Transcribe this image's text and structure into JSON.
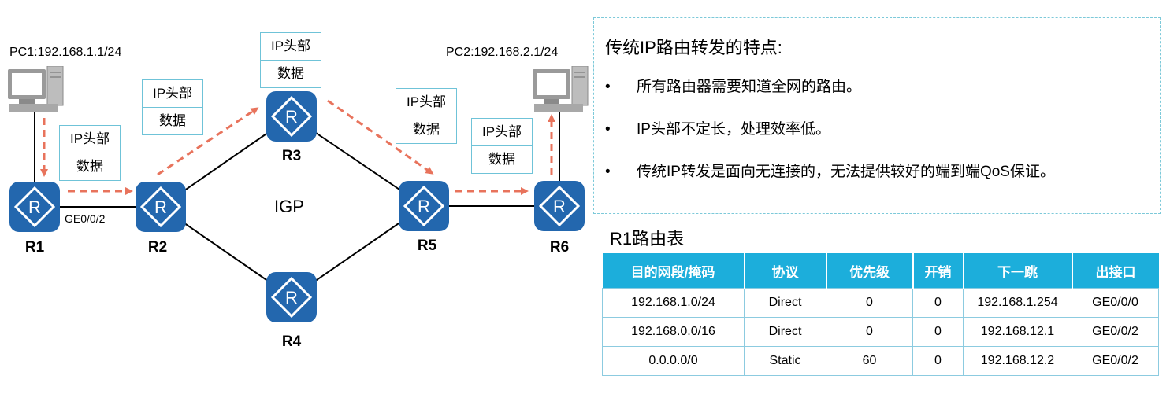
{
  "diagram": {
    "pc1_label": "PC1:192.168.1.1/24",
    "pc2_label": "PC2:192.168.2.1/24",
    "routers": [
      {
        "id": "R1",
        "name": "R1"
      },
      {
        "id": "R2",
        "name": "R2"
      },
      {
        "id": "R3",
        "name": "R3"
      },
      {
        "id": "R4",
        "name": "R4"
      },
      {
        "id": "R5",
        "name": "R5"
      },
      {
        "id": "R6",
        "name": "R6"
      }
    ],
    "router_glyph": "R",
    "port_label": "GE0/0/2",
    "igp_label": "IGP",
    "packet": {
      "header": "IP头部",
      "payload": "数据"
    },
    "colors": {
      "router": "#2367ae",
      "link": "#000000",
      "flow_arrow": "#e8735c",
      "packet_border": "#6fc3d8",
      "info_border": "#7cc9d9",
      "table_header": "#1caedb"
    }
  },
  "info": {
    "title": "传统IP路由转发的特点:",
    "bullet": "•",
    "points": [
      "所有路由器需要知道全网的路由。",
      "IP头部不定长，处理效率低。",
      "传统IP转发是面向无连接的，无法提供较好的端到端QoS保证。"
    ]
  },
  "route_table": {
    "title": "R1路由表",
    "headers": [
      "目的网段/掩码",
      "协议",
      "优先级",
      "开销",
      "下一跳",
      "出接口"
    ],
    "rows": [
      [
        "192.168.1.0/24",
        "Direct",
        "0",
        "0",
        "192.168.1.254",
        "GE0/0/0"
      ],
      [
        "192.168.0.0/16",
        "Direct",
        "0",
        "0",
        "192.168.12.1",
        "GE0/0/2"
      ],
      [
        "0.0.0.0/0",
        "Static",
        "60",
        "0",
        "192.168.12.2",
        "GE0/0/2"
      ]
    ]
  }
}
